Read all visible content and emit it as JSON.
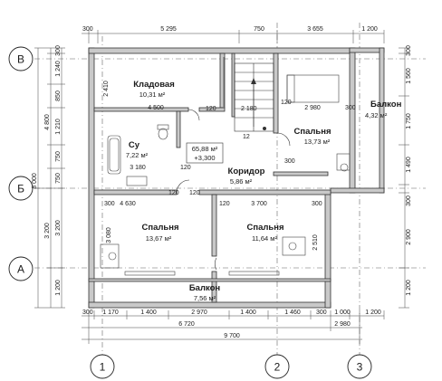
{
  "axes": {
    "rows": [
      "В",
      "Б",
      "А"
    ],
    "cols": [
      "1",
      "2",
      "3"
    ]
  },
  "rooms": {
    "storage": {
      "name": "Кладовая",
      "area": "10,31 м²",
      "dim": "4 500"
    },
    "bath": {
      "name": "Су",
      "area": "7,22 м²",
      "dim": "3 180"
    },
    "stair": {
      "value": "65,88 м²",
      "level": "+3,300",
      "step": "12"
    },
    "corridor": {
      "name": "Коридор",
      "area": "5,86 м²"
    },
    "bedroom_ne": {
      "name": "Спальня",
      "area": "13,73 м²",
      "dim": "2 980"
    },
    "balcony_e": {
      "name": "Балкон",
      "area": "4,32 м²"
    },
    "bedroom_sw": {
      "name": "Спальня",
      "area": "13,67 м²",
      "dim": "4 630"
    },
    "bedroom_s": {
      "name": "Спальня",
      "area": "11,64 м²",
      "dim": "3 700"
    },
    "balcony_s": {
      "name": "Балкон",
      "area": "7,56 м²"
    }
  },
  "inner_dims": {
    "d120a": "120",
    "d2180": "2 180",
    "d120b": "120",
    "d300a": "300",
    "d120c": "120",
    "d120d": "120",
    "d120e": "120",
    "d300b": "300",
    "d120f": "120",
    "d300c": "300",
    "d3080": "3 080",
    "d2410": "2 410",
    "d2510": "2 510",
    "d300d": "300"
  },
  "top_dims": [
    "300",
    "5 295",
    "750",
    "3 655",
    "1 200"
  ],
  "bottom_dims": {
    "row1": [
      "300",
      "1 170",
      "1 400",
      "2 970",
      "1 400",
      "1 460",
      "300",
      "1 000",
      "1 200"
    ],
    "row2": [
      "6 720",
      "2 980"
    ],
    "row3": [
      "9 700"
    ]
  },
  "left_dims": {
    "outer": [
      "8 000"
    ],
    "mid": [
      "4 800",
      "3 200"
    ],
    "inner": [
      "300",
      "1 240",
      "850",
      "1 210",
      "750",
      "750",
      "3 200",
      "1 200"
    ]
  },
  "right_dims": [
    "300",
    "1 560",
    "1 750",
    "1 490",
    "300",
    "2 900",
    "1 200"
  ]
}
